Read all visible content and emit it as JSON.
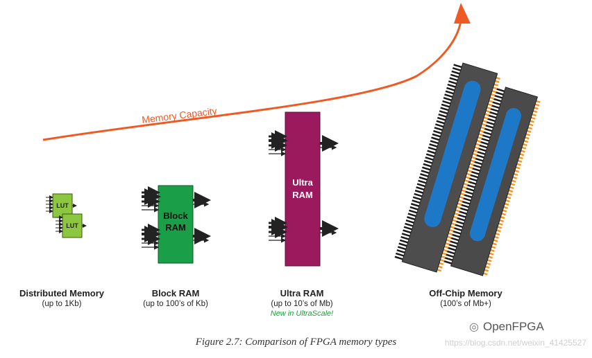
{
  "capacity_arrow": {
    "label": "Memory Capacity",
    "color": "#ef5a24"
  },
  "blocks": [
    {
      "id": "distributed",
      "title": "Distributed Memory",
      "subtitle": "(up to 1Kb)",
      "chip_labels": [
        "LUT",
        "LUT"
      ],
      "color": "#8dc63f"
    },
    {
      "id": "block-ram",
      "title": "Block RAM",
      "subtitle": "(up to 100’s of Kb)",
      "chip_label_line1": "Block",
      "chip_label_line2": "RAM",
      "color": "#1a9e48"
    },
    {
      "id": "ultra-ram",
      "title": "Ultra RAM",
      "subtitle": "(up to 10’s of Mb)",
      "note": "New in UltraScale!",
      "chip_label_line1": "Ultra",
      "chip_label_line2": "RAM",
      "color": "#9b1a5e"
    },
    {
      "id": "off-chip",
      "title": "Off-Chip Memory",
      "subtitle": "(100’s of Mb+)",
      "color": "#3c3c3c"
    }
  ],
  "caption": "Figure 2.7:  Comparison of FPGA memory types",
  "brand": "OpenFPGA",
  "watermark": "https://blog.csdn.net/weixin_41425527"
}
